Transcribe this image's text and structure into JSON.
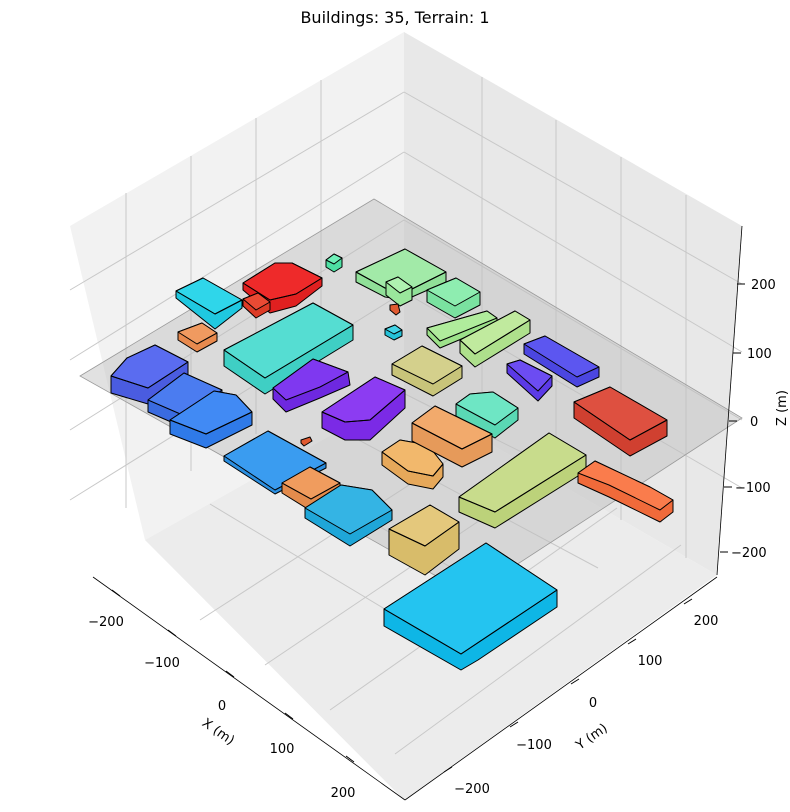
{
  "chart_data": {
    "type": "3d-buildings",
    "title": "Buildings: 35, Terrain: 1",
    "xlabel": "X (m)",
    "ylabel": "Y (m)",
    "zlabel": "Z (m)",
    "x_ticks": [
      "−200",
      "−100",
      "0",
      "100",
      "200"
    ],
    "y_ticks": [
      "−200",
      "−100",
      "0",
      "100",
      "200"
    ],
    "z_ticks": [
      "−200",
      "−100",
      "0",
      "100",
      "200"
    ],
    "building_count": 35,
    "terrain_count": 1,
    "terrain": {
      "color": "#808080",
      "z": 0
    }
  }
}
